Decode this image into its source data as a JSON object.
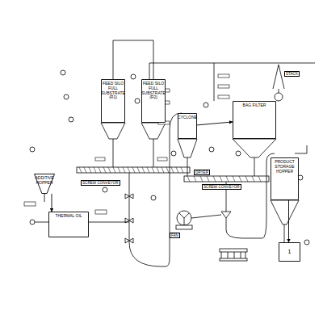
{
  "diagram": {
    "nodes": [
      {
        "text": [
          "FEED SILO FULL SUBSTRATE (R1)"
        ]
      },
      {
        "text": [
          "FEED SILO FULL SUBSTRATE (R2)"
        ]
      },
      {
        "text": [
          "ADDITIVE HOPPER"
        ]
      },
      {
        "text": [
          "THERMAL OIL"
        ]
      },
      {
        "text": [
          "CYCLONE"
        ]
      },
      {
        "text": [
          "BAG FILTER"
        ]
      },
      {
        "text": [
          "PRODUCT STORAGE HOPPER"
        ]
      },
      {
        "text": [
          "1"
        ]
      }
    ],
    "edges": [
      {
        "from": 2,
        "to": 3,
        "arrow": "to"
      },
      {
        "from": 4,
        "to": 5,
        "arrow": "to"
      },
      {
        "from": 6,
        "to": 7,
        "arrow": "to"
      }
    ],
    "labels": [
      "SCREW CONVEYOR",
      "SCREW CONVEYOR",
      "DRYER",
      "FAN",
      "STACK"
    ]
  }
}
